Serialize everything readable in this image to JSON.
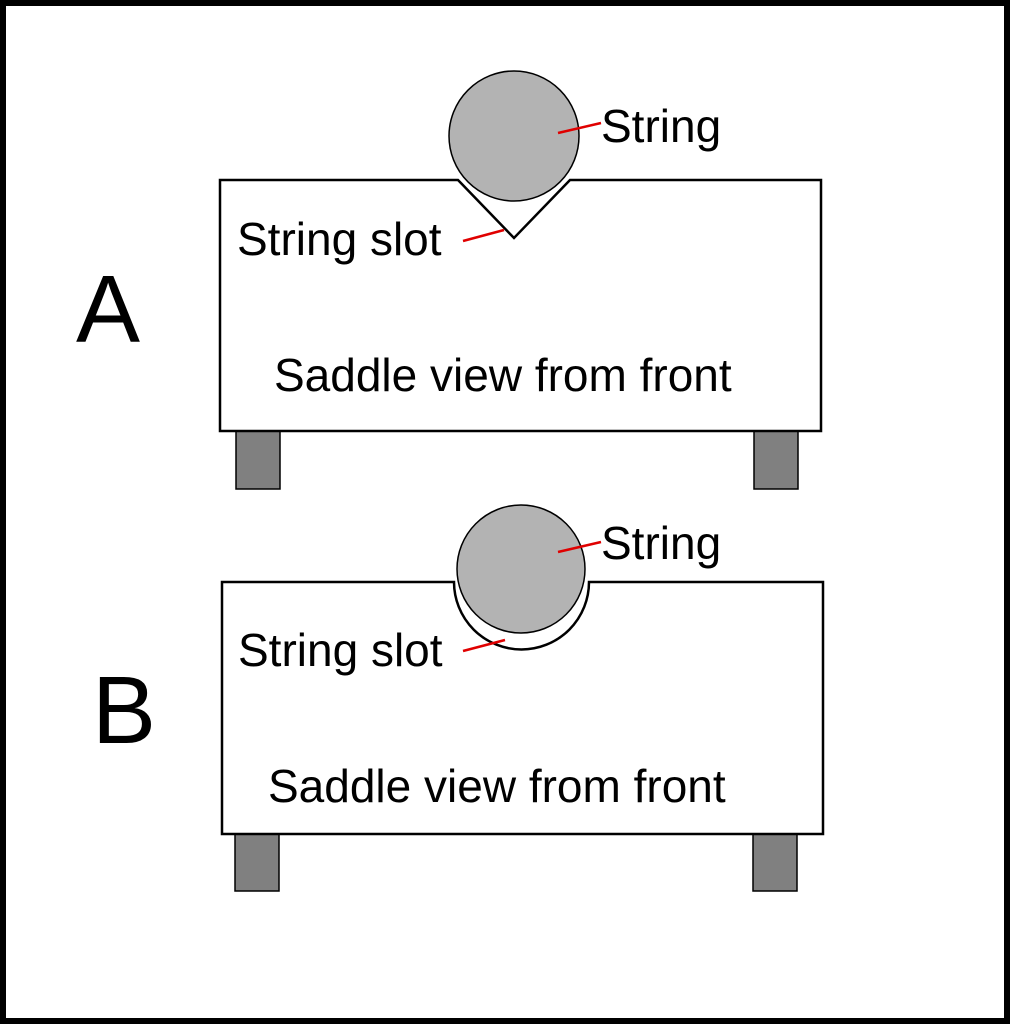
{
  "colors": {
    "outline": "#000000",
    "string_fill": "#b3b3b3",
    "leg_fill": "#808080",
    "leader": "#e00000",
    "background": "#ffffff"
  },
  "diagrams": {
    "a": {
      "letter": "A",
      "string_label": "String",
      "slot_label": "String slot",
      "caption": "Saddle view from front",
      "slot_shape": "V-notch"
    },
    "b": {
      "letter": "B",
      "string_label": "String",
      "slot_label": "String slot",
      "caption": "Saddle view from front",
      "slot_shape": "rounded"
    }
  }
}
